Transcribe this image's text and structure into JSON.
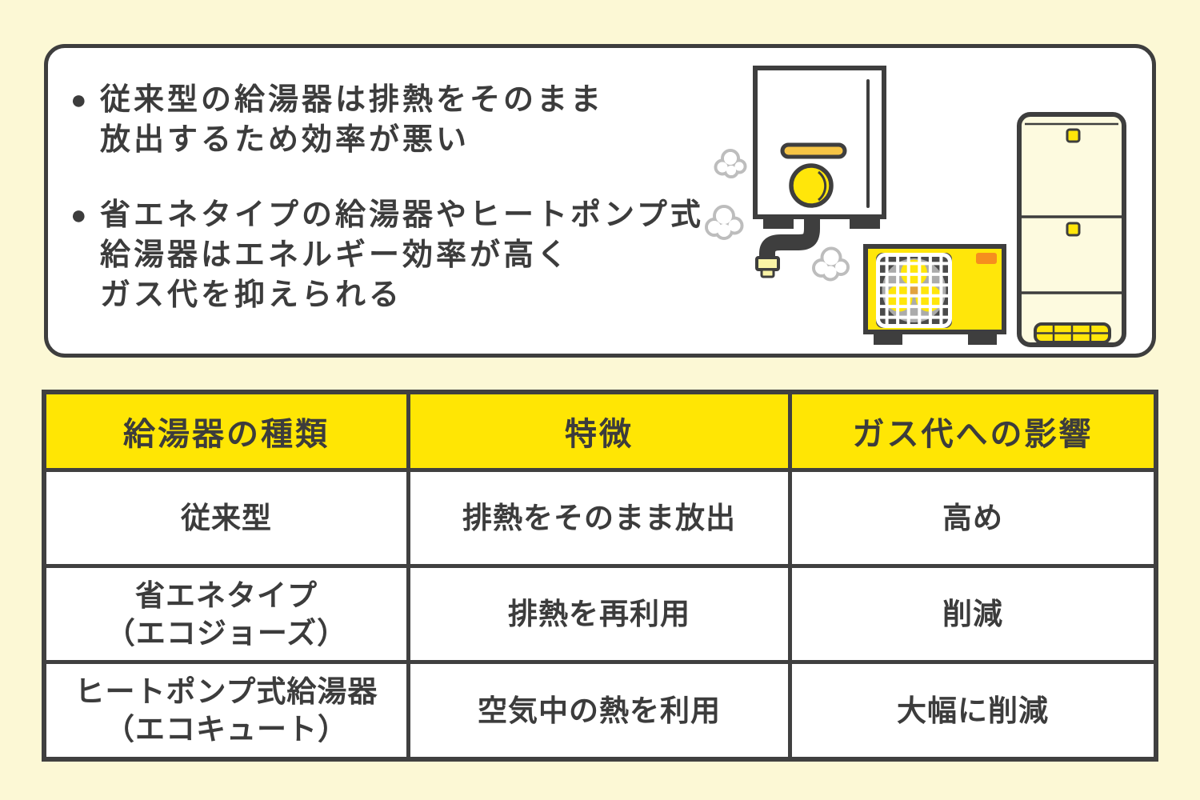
{
  "colors": {
    "page-bg": "#FCF8D5",
    "card-bg": "#FFFFFF",
    "ink": "#3E3E3E",
    "text": "#3C3C3C",
    "table-border": "#404040",
    "header-bg": "#FFE604",
    "bright-yellow": "#FFE60A",
    "amber": "#F6C445",
    "orange": "#F68E1E",
    "cream": "#FDFADF",
    "nozzle": "#F9F3A6",
    "steam": "#BDBDBD",
    "fan-gray": "#ABABAB",
    "grill-dark": "#4A4A4A",
    "hub": "#E2A23E"
  },
  "info_card": {
    "bullet_marker": "●",
    "bullets": [
      {
        "lines": [
          "従来型の給湯器は排熱をそのまま",
          "放出するため効率が悪い"
        ]
      },
      {
        "lines": [
          "省エネタイプの給湯器やヒートポンプ式",
          "給湯器はエネルギー効率が高く",
          "ガス代を抑えられる"
        ]
      }
    ],
    "illustrations": [
      "gas-water-heater-with-steam",
      "heat-pump-outdoor-unit",
      "hot-water-storage-tank"
    ]
  },
  "table": {
    "headers": [
      "給湯器の種類",
      "特微",
      "ガス代への影響"
    ],
    "rows": [
      {
        "cells": [
          {
            "lines": [
              "従来型"
            ]
          },
          {
            "lines": [
              "排熱をそのまま放出"
            ]
          },
          {
            "lines": [
              "高め"
            ]
          }
        ]
      },
      {
        "cells": [
          {
            "lines": [
              "省エネタイプ",
              "（エコジョーズ）"
            ]
          },
          {
            "lines": [
              "排熱を再利用"
            ]
          },
          {
            "lines": [
              "削減"
            ]
          }
        ]
      },
      {
        "cells": [
          {
            "lines": [
              "ヒートポンプ式給湯器",
              "（エコキュート）"
            ]
          },
          {
            "lines": [
              "空気中の熱を利用"
            ]
          },
          {
            "lines": [
              "大幅に削減"
            ]
          }
        ]
      }
    ]
  }
}
